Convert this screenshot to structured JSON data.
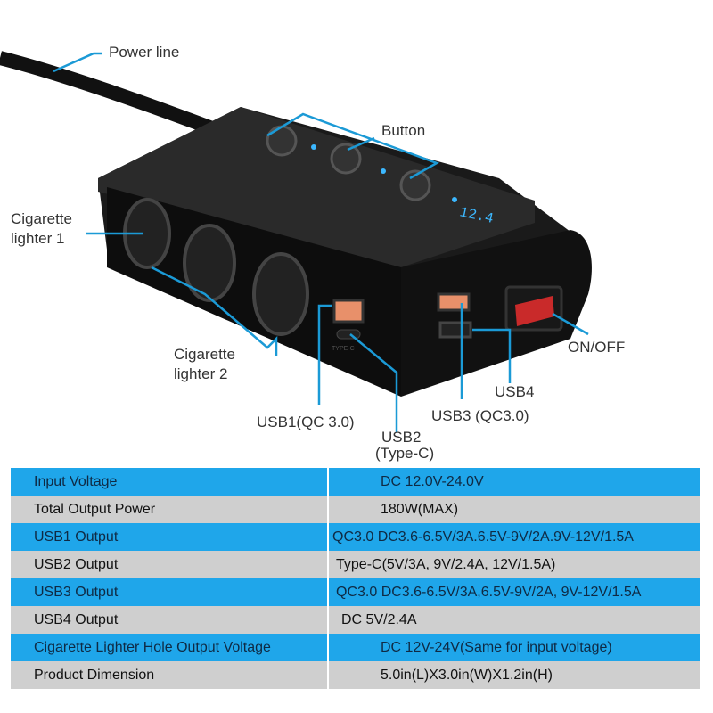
{
  "labels": {
    "power_line": "Power line",
    "button": "Button",
    "lighter1_line1": "Cigarette",
    "lighter1_line2": "lighter 1",
    "lighter2_line1": "Cigarette",
    "lighter2_line2": "lighter 2",
    "usb1": "USB1(QC 3.0)",
    "usb2_line1": "USB2",
    "usb2_line2": "(Type-C)",
    "usb3": "USB3 (QC3.0)",
    "usb4": "USB4",
    "on_off": "ON/OFF",
    "display_value": "12.4",
    "typec_port_text": "TYPE-C"
  },
  "colors": {
    "callout": "#1b9ad6",
    "table_blue": "#1fa6ea",
    "table_gray": "#cfcfcf"
  },
  "specs": [
    {
      "label": "Input Voltage",
      "value": "DC 12.0V-24.0V"
    },
    {
      "label": "Total Output Power",
      "value": "180W(MAX)"
    },
    {
      "label": "USB1 Output",
      "value": "QC3.0 DC3.6-6.5V/3A.6.5V-9V/2A.9V-12V/1.5A"
    },
    {
      "label": "USB2 Output",
      "value": "Type-C(5V/3A, 9V/2.4A, 12V/1.5A)"
    },
    {
      "label": "USB3 Output",
      "value": "QC3.0 DC3.6-6.5V/3A,6.5V-9V/2A, 9V-12V/1.5A"
    },
    {
      "label": "USB4 Output",
      "value": "DC 5V/2.4A"
    },
    {
      "label": "Cigarette Lighter Hole Output Voltage",
      "value": "DC 12V-24V(Same for input voltage)"
    },
    {
      "label": "Product Dimension",
      "value": "5.0in(L)X3.0in(W)X1.2in(H)"
    }
  ]
}
